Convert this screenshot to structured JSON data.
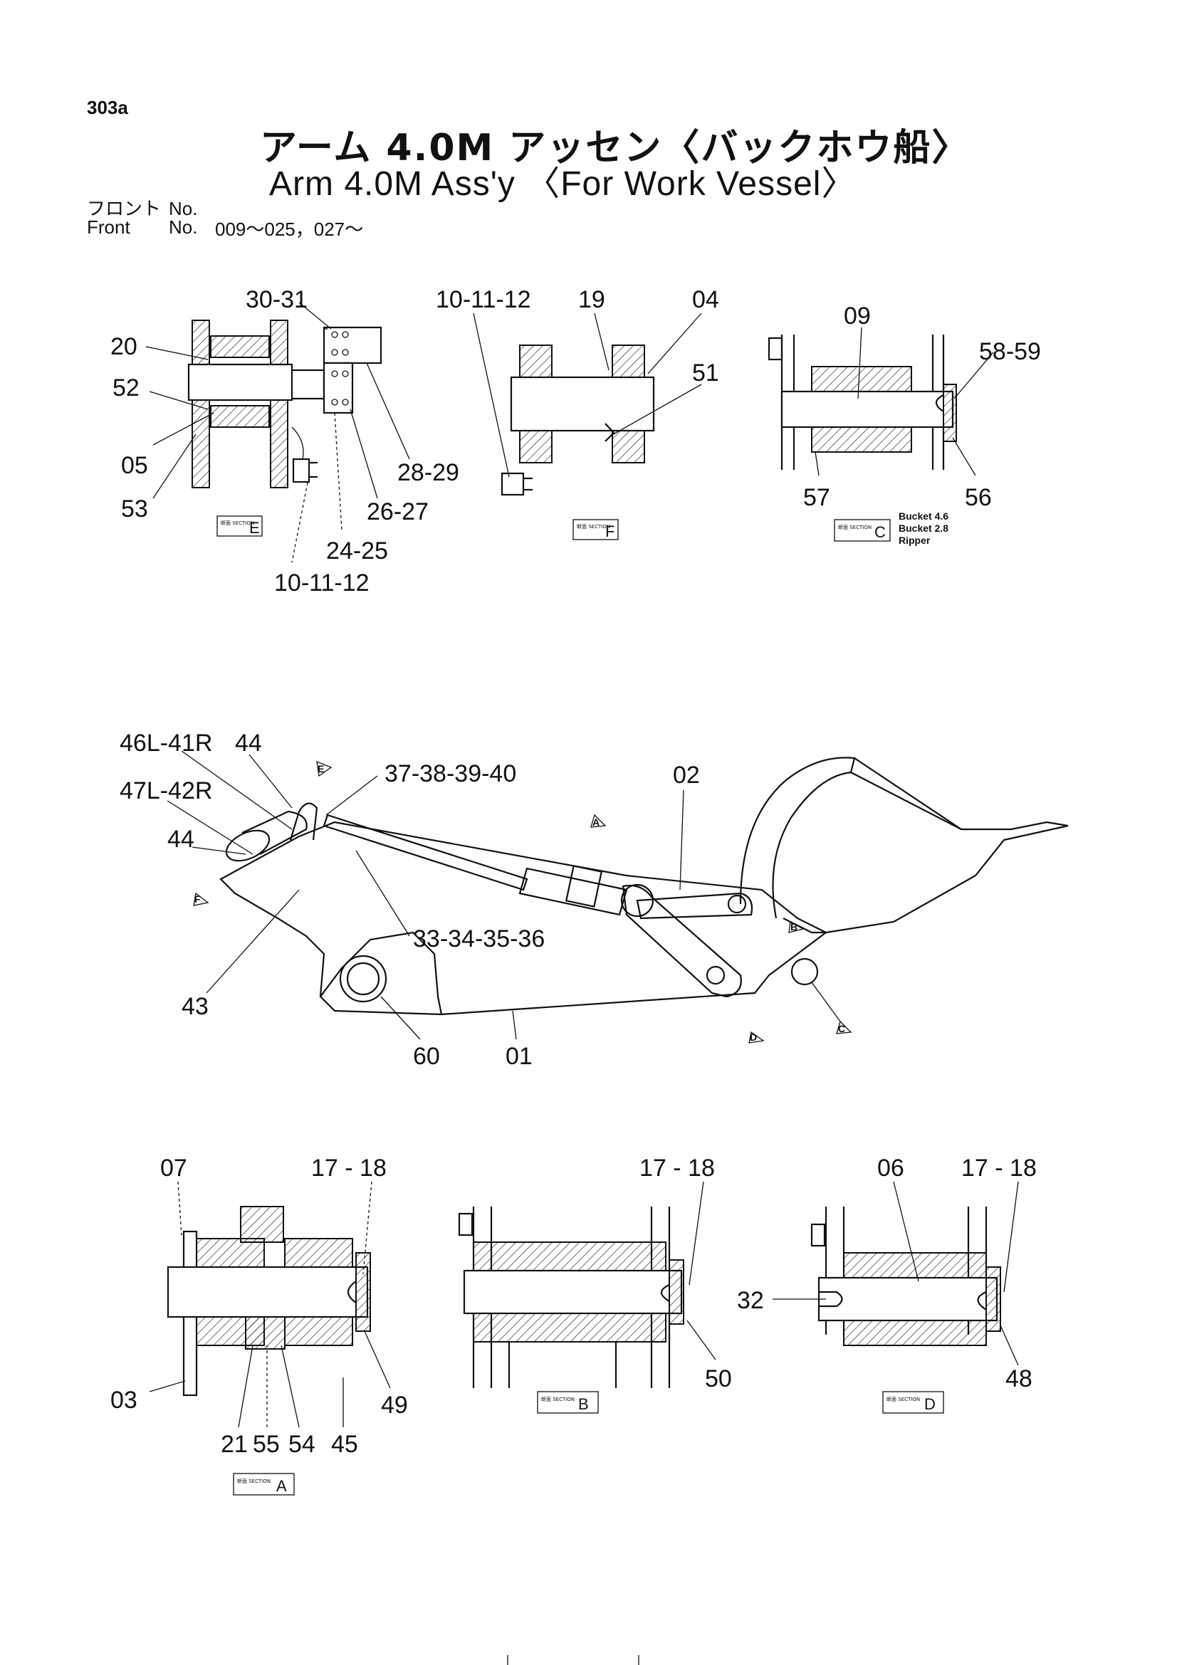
{
  "header": {
    "page_number": "303a",
    "title_jp": "アーム 4.0M アッセン〈バックホウ船〉",
    "title_en": "Arm 4.0M Ass'y 〈For Work Vessel〉",
    "front_jp": "フロント",
    "front_en": "Front",
    "no_label_1": "No.",
    "no_label_2": "No.",
    "serial_range": "009～025，027～"
  },
  "sections": {
    "A": {
      "tag": "断面 SECTION",
      "letter": "A",
      "labels": [
        "07",
        "17 - 18",
        "03",
        "21",
        "55",
        "54",
        "45",
        "49"
      ]
    },
    "B": {
      "tag": "断面 SECTION",
      "letter": "B",
      "labels": [
        "17 - 18",
        "50"
      ]
    },
    "C": {
      "tag": "断面 SECTION",
      "letter": "C",
      "labels": [
        "09",
        "58-59",
        "57",
        "56"
      ],
      "note": [
        "Bucket  4.6",
        "Bucket  2.8",
        "Ripper"
      ]
    },
    "D": {
      "tag": "断面 SECTION",
      "letter": "D",
      "labels": [
        "06",
        "17 - 18",
        "32",
        "48"
      ]
    },
    "E": {
      "tag": "断面 SECTION",
      "letter": "E",
      "labels": [
        "30-31",
        "20",
        "52",
        "05",
        "53",
        "28-29",
        "26-27",
        "24-25",
        "10-11-12"
      ]
    },
    "F": {
      "tag": "断面 SECTION",
      "letter": "F",
      "labels": [
        "10-11-12",
        "19",
        "04",
        "51"
      ]
    }
  },
  "main_view": {
    "labels": [
      "46L-41R",
      "44",
      "47L-42R",
      "44",
      "37-38-39-40",
      "02",
      "33-34-35-36",
      "43",
      "60",
      "01"
    ],
    "markers": [
      "A",
      "B",
      "C",
      "D",
      "E",
      "F"
    ]
  }
}
